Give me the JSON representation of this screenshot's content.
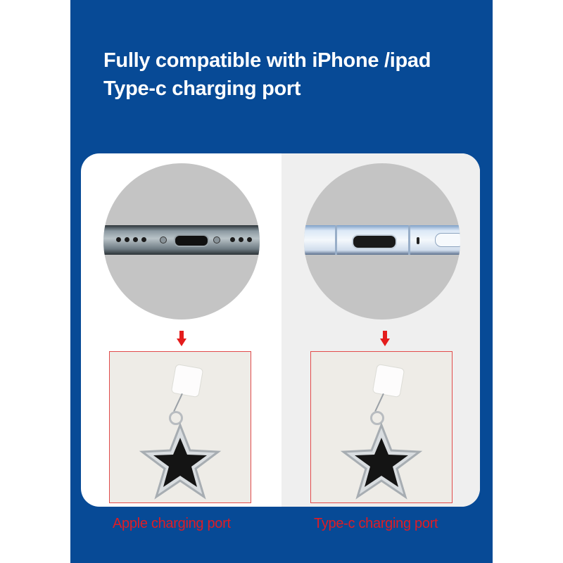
{
  "headline": {
    "line1": "Fully compatible with iPhone /ipad",
    "line2": "Type-c charging port"
  },
  "panels": [
    {
      "id": "apple",
      "image_desc": "Close-up of iPhone bottom edge with Lightning port and speaker grilles",
      "product_desc": "Clear plug with silver star charm with rhinestones and black enamel",
      "caption": "Apple charging port"
    },
    {
      "id": "typec",
      "image_desc": "Close-up of device edge with USB Type-C port",
      "product_desc": "Clear plug with silver star charm with rhinestones and black enamel",
      "caption": "Type-c charging port"
    }
  ],
  "colors": {
    "background_blue": "#074a96",
    "headline_text": "#ffffff",
    "caption_red": "#e01c24",
    "arrow_red": "#e41c1c",
    "box_border": "#e24b4b"
  }
}
